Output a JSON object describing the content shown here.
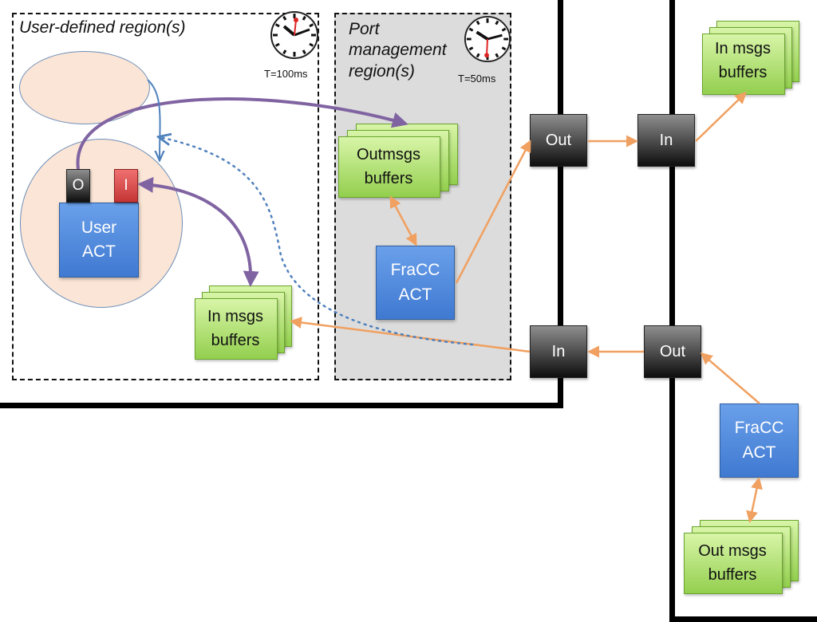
{
  "regions": {
    "user_defined": {
      "title": "User-defined region(s)",
      "period": "T=100ms"
    },
    "port_management": {
      "title_line1": "Port",
      "title_line2": "management",
      "title_line3": "region(s)",
      "period": "T=50ms"
    }
  },
  "user_component": {
    "out_port": "O",
    "in_port": "I",
    "act_line1": "User",
    "act_line2": "ACT"
  },
  "local_fracc": {
    "line1": "FraCC",
    "line2": "ACT"
  },
  "remote_fracc": {
    "line1": "FraCC",
    "line2": "ACT"
  },
  "buffers": {
    "local_out": {
      "line1": "Outmsgs",
      "line2": "buffers"
    },
    "local_in": {
      "line1": "In msgs",
      "line2": "buffers"
    },
    "remote_in": {
      "line1": "In msgs",
      "line2": "buffers"
    },
    "remote_out": {
      "line1": "Out msgs",
      "line2": "buffers"
    }
  },
  "ports": {
    "local_out": "Out",
    "local_in": "In",
    "remote_in": "In",
    "remote_out": "Out"
  },
  "colors": {
    "orange_arrow": "#f0a060",
    "purple_arrow": "#8064a2",
    "blue_arrow": "#4f81bd",
    "grey_region": "#dcdcdc",
    "ellipse_fill": "#fbe5d6"
  },
  "icons": {
    "clock": "station-clock-icon"
  }
}
